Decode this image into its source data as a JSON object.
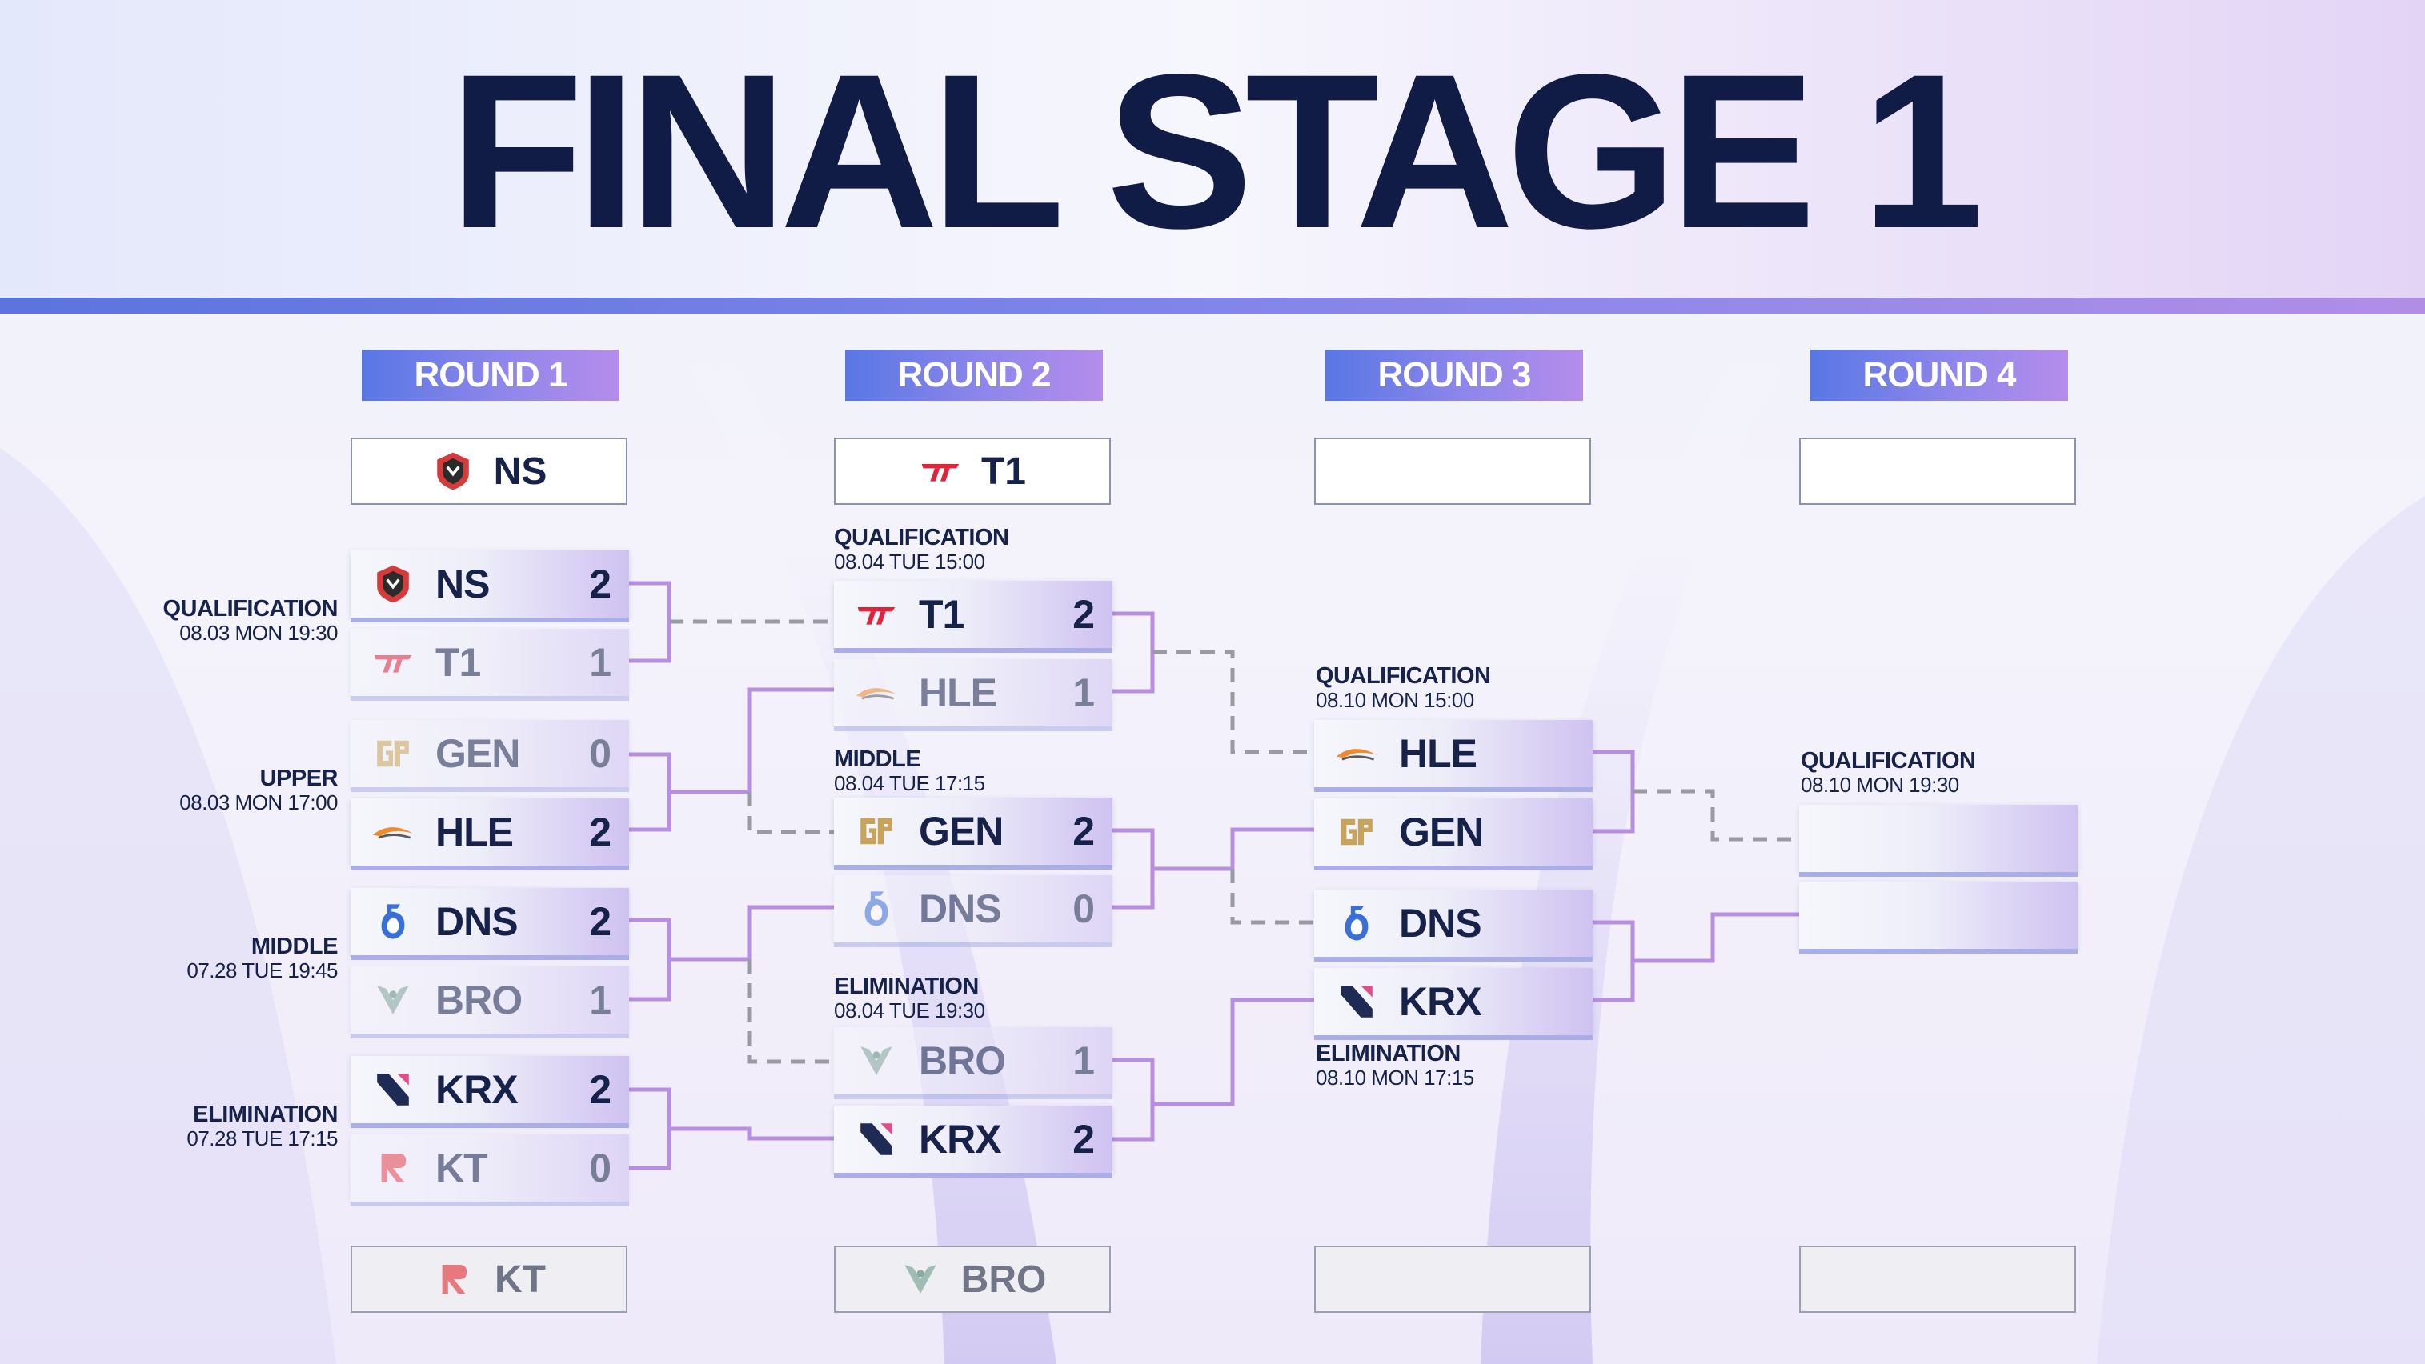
{
  "title": "FINAL STAGE 1",
  "rounds": [
    {
      "label": "ROUND 1"
    },
    {
      "label": "ROUND 2"
    },
    {
      "label": "ROUND 3"
    },
    {
      "label": "ROUND 4"
    }
  ],
  "results": {
    "r1_top": {
      "team": "NS",
      "logo_icon": "ns-logo-icon"
    },
    "r2_top": {
      "team": "T1",
      "logo_icon": "t1-logo-icon"
    },
    "r3_top": {
      "team": ""
    },
    "r4_top": {
      "team": ""
    },
    "r1_bottom": {
      "team": "KT",
      "logo_icon": "kt-logo-icon"
    },
    "r2_bottom": {
      "team": "BRO",
      "logo_icon": "bro-logo-icon"
    },
    "r3_bottom": {
      "team": ""
    },
    "r4_bottom": {
      "team": ""
    }
  },
  "matches": {
    "r1_qualification": {
      "label": "QUALIFICATION",
      "date": "08.03 MON 19:30",
      "teams": [
        {
          "name": "NS",
          "score": "2",
          "logo_icon": "ns-logo-icon"
        },
        {
          "name": "T1",
          "score": "1",
          "logo_icon": "t1-logo-icon"
        }
      ]
    },
    "r1_upper": {
      "label": "UPPER",
      "date": "08.03 MON 17:00",
      "teams": [
        {
          "name": "GEN",
          "score": "0",
          "logo_icon": "gen-logo-icon"
        },
        {
          "name": "HLE",
          "score": "2",
          "logo_icon": "hle-logo-icon"
        }
      ]
    },
    "r1_middle": {
      "label": "MIDDLE",
      "date": "07.28 TUE 19:45",
      "teams": [
        {
          "name": "DNS",
          "score": "2",
          "logo_icon": "dns-logo-icon"
        },
        {
          "name": "BRO",
          "score": "1",
          "logo_icon": "bro-logo-icon"
        }
      ]
    },
    "r1_elimination": {
      "label": "ELIMINATION",
      "date": "07.28 TUE 17:15",
      "teams": [
        {
          "name": "KRX",
          "score": "2",
          "logo_icon": "krx-logo-icon"
        },
        {
          "name": "KT",
          "score": "0",
          "logo_icon": "kt-logo-icon"
        }
      ]
    },
    "r2_qualification": {
      "label": "QUALIFICATION",
      "date": "08.04 TUE 15:00",
      "teams": [
        {
          "name": "T1",
          "score": "2",
          "logo_icon": "t1-logo-icon"
        },
        {
          "name": "HLE",
          "score": "1",
          "logo_icon": "hle-logo-icon"
        }
      ]
    },
    "r2_middle": {
      "label": "MIDDLE",
      "date": "08.04 TUE 17:15",
      "teams": [
        {
          "name": "GEN",
          "score": "2",
          "logo_icon": "gen-logo-icon"
        },
        {
          "name": "DNS",
          "score": "0",
          "logo_icon": "dns-logo-icon"
        }
      ]
    },
    "r2_elimination": {
      "label": "ELIMINATION",
      "date": "08.04 TUE 19:30",
      "teams": [
        {
          "name": "BRO",
          "score": "1",
          "logo_icon": "bro-logo-icon"
        },
        {
          "name": "KRX",
          "score": "2",
          "logo_icon": "krx-logo-icon"
        }
      ]
    },
    "r3_qualification": {
      "label": "QUALIFICATION",
      "date": "08.10 MON 15:00",
      "teams": [
        {
          "name": "HLE",
          "score": "",
          "logo_icon": "hle-logo-icon"
        },
        {
          "name": "GEN",
          "score": "",
          "logo_icon": "gen-logo-icon"
        }
      ]
    },
    "r3_elimination": {
      "label": "ELIMINATION",
      "date": "08.10 MON 17:15",
      "teams": [
        {
          "name": "DNS",
          "score": "",
          "logo_icon": "dns-logo-icon"
        },
        {
          "name": "KRX",
          "score": "",
          "logo_icon": "krx-logo-icon"
        }
      ]
    },
    "r4_qualification": {
      "label": "QUALIFICATION",
      "date": "08.10 MON 19:30",
      "teams": [
        {
          "name": "",
          "score": ""
        },
        {
          "name": "",
          "score": ""
        }
      ]
    }
  },
  "colors": {
    "title": "#101c45",
    "accent_blue": "#5b74de",
    "accent_purple": "#b08ee6",
    "connector": "#b88ee0",
    "connector_dashed": "#9a9aa2"
  }
}
